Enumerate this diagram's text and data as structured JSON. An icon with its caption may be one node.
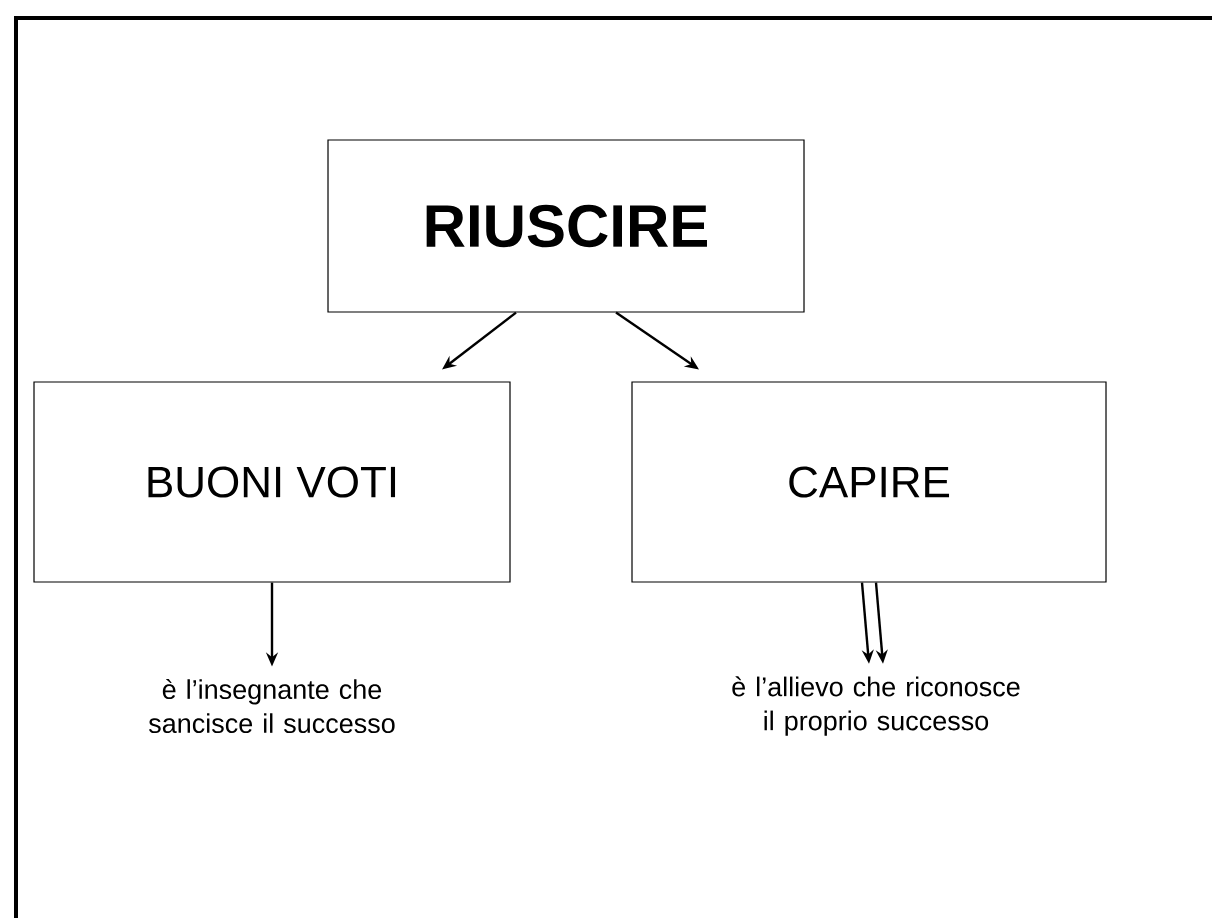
{
  "diagram": {
    "nodes": [
      {
        "text": [
          "RIUSCIRE"
        ]
      },
      {
        "text": [
          "BUONI VOTI"
        ]
      },
      {
        "text": [
          "CAPIRE"
        ]
      },
      {
        "text": [
          "è l’insegnante che sancisce il successo"
        ]
      },
      {
        "text": [
          "è l’allievo che riconosce il proprio successo"
        ]
      }
    ],
    "edges": [
      {
        "from": 0,
        "to": 1,
        "arrow": "to"
      },
      {
        "from": 0,
        "to": 2,
        "arrow": "to"
      },
      {
        "from": 1,
        "to": 3,
        "arrow": "to"
      },
      {
        "from": 2,
        "to": 4,
        "arrow": "to"
      },
      {
        "from": 2,
        "to": 4,
        "arrow": "to"
      }
    ]
  }
}
